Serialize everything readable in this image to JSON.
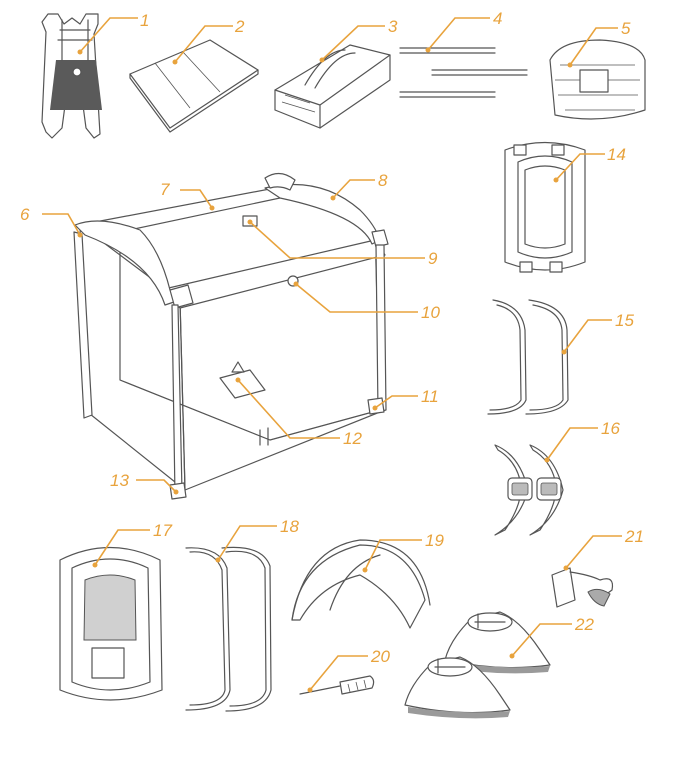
{
  "diagram": {
    "accent_color": "#e8a33d",
    "line_color": "#555555",
    "parts": [
      {
        "label": "1",
        "icon": "bassinet-hanging-icon"
      },
      {
        "label": "2",
        "icon": "folding-mattress-icon"
      },
      {
        "label": "3",
        "icon": "carry-bag-icon"
      },
      {
        "label": "4",
        "icon": "support-rods-icon"
      },
      {
        "label": "5",
        "icon": "accessory-bag-icon"
      },
      {
        "label": "6",
        "icon": "corner-post-icon"
      },
      {
        "label": "7",
        "icon": "top-rail-icon"
      },
      {
        "label": "8",
        "icon": "rounded-end-icon"
      },
      {
        "label": "9",
        "icon": "rail-clip-icon"
      },
      {
        "label": "10",
        "icon": "release-button-icon"
      },
      {
        "label": "11",
        "icon": "wheel-foot-icon"
      },
      {
        "label": "12",
        "icon": "center-hub-icon"
      },
      {
        "label": "13",
        "icon": "leg-foot-icon"
      },
      {
        "label": "14",
        "icon": "bassinet-insert-icon"
      },
      {
        "label": "15",
        "icon": "bassinet-tubes-icon"
      },
      {
        "label": "16",
        "icon": "connector-clips-icon"
      },
      {
        "label": "17",
        "icon": "changer-tray-icon"
      },
      {
        "label": "18",
        "icon": "changer-tubes-icon"
      },
      {
        "label": "19",
        "icon": "canopy-icon"
      },
      {
        "label": "20",
        "icon": "screwdriver-icon"
      },
      {
        "label": "21",
        "icon": "nightlight-unit-icon"
      },
      {
        "label": "22",
        "icon": "rocker-feet-icon"
      }
    ]
  }
}
